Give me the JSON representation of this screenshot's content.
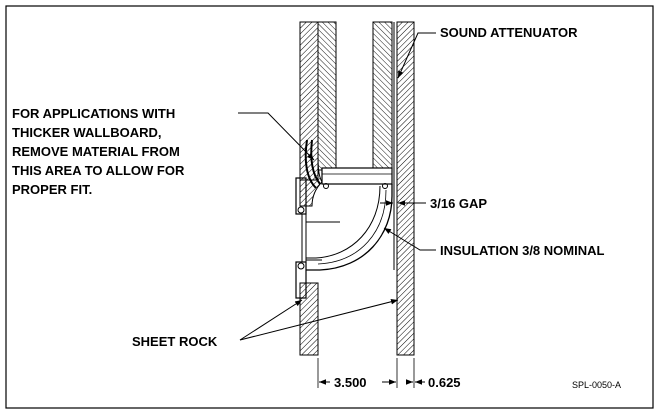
{
  "diagram": {
    "callouts": {
      "sound_attenuator": "SOUND ATTENUATOR",
      "thicker_wallboard": [
        "FOR APPLICATIONS WITH",
        "THICKER WALLBOARD,",
        "REMOVE MATERIAL FROM",
        "THIS AREA TO ALLOW FOR",
        "PROPER FIT."
      ],
      "gap": "3/16 GAP",
      "insulation": "INSULATION 3/8 NOMINAL",
      "sheet_rock": "SHEET ROCK"
    },
    "dimensions": {
      "cavity_width": "3.500",
      "wall_thickness": "0.625"
    },
    "drawing_number": "SPL-0050-A"
  },
  "colors": {
    "line": "#000000",
    "background": "#ffffff"
  }
}
